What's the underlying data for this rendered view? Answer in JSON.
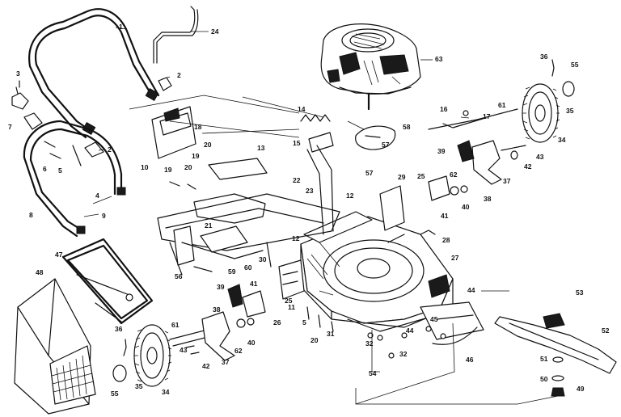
{
  "diagram": {
    "part_labels": {
      "p1": "1",
      "p2a": "2",
      "p2b": "2",
      "p3": "3",
      "p4": "4",
      "p5a": "5",
      "p5b": "5",
      "p6": "6",
      "p7": "7",
      "p8": "8",
      "p9": "9",
      "p10": "10",
      "p11": "11",
      "p12a": "12",
      "p12b": "12",
      "p13": "13",
      "p14": "14",
      "p15": "15",
      "p16": "16",
      "p17": "17",
      "p18": "18",
      "p19a": "19",
      "p19b": "19",
      "p20a": "20",
      "p20b": "20",
      "p20c": "20",
      "p21": "21",
      "p22": "22",
      "p23": "23",
      "p24": "24",
      "p25a": "25",
      "p25b": "25",
      "p26": "26",
      "p27": "27",
      "p28": "28",
      "p29": "29",
      "p30": "30",
      "p31": "31",
      "p32a": "32",
      "p32b": "32",
      "p34a": "34",
      "p34b": "34",
      "p35a": "35",
      "p35b": "35",
      "p36a": "36",
      "p36b": "36",
      "p37a": "37",
      "p37b": "37",
      "p38a": "38",
      "p38b": "38",
      "p39a": "39",
      "p39b": "39",
      "p40a": "40",
      "p40b": "40",
      "p41a": "41",
      "p41b": "41",
      "p42a": "42",
      "p42b": "42",
      "p43a": "43",
      "p43b": "43",
      "p44a": "44",
      "p44b": "44",
      "p45": "45",
      "p46": "46",
      "p47": "47",
      "p48": "48",
      "p49": "49",
      "p50": "50",
      "p51": "51",
      "p52": "52",
      "p53": "53",
      "p54": "54",
      "p55a": "55",
      "p55b": "55",
      "p56": "56",
      "p57a": "57",
      "p57b": "57",
      "p58": "58",
      "p59": "59",
      "p60": "60",
      "p61a": "61",
      "p61b": "61",
      "p62a": "62",
      "p62b": "62",
      "p63": "63"
    }
  }
}
